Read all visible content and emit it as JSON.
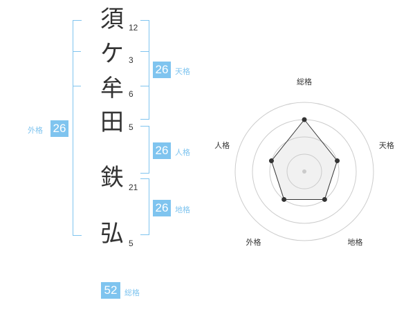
{
  "name": {
    "chars": [
      {
        "kanji": "須",
        "strokes": "12"
      },
      {
        "kanji": "ケ",
        "strokes": "3"
      },
      {
        "kanji": "牟",
        "strokes": "6"
      },
      {
        "kanji": "田",
        "strokes": "5"
      },
      {
        "kanji": "鉄",
        "strokes": "21"
      },
      {
        "kanji": "弘",
        "strokes": "5"
      }
    ]
  },
  "fortunes": {
    "tenkaku": {
      "value": "26",
      "label": "天格"
    },
    "jinkaku": {
      "value": "26",
      "label": "人格"
    },
    "chikaku": {
      "value": "26",
      "label": "地格"
    },
    "gaikaku": {
      "value": "26",
      "label": "外格"
    },
    "soukaku": {
      "value": "52",
      "label": "総格"
    }
  },
  "radar": {
    "axes": [
      "総格",
      "天格",
      "地格",
      "外格",
      "人格"
    ],
    "levels": 4,
    "values": [
      3,
      2,
      2,
      2,
      2
    ],
    "max": 4
  }
}
